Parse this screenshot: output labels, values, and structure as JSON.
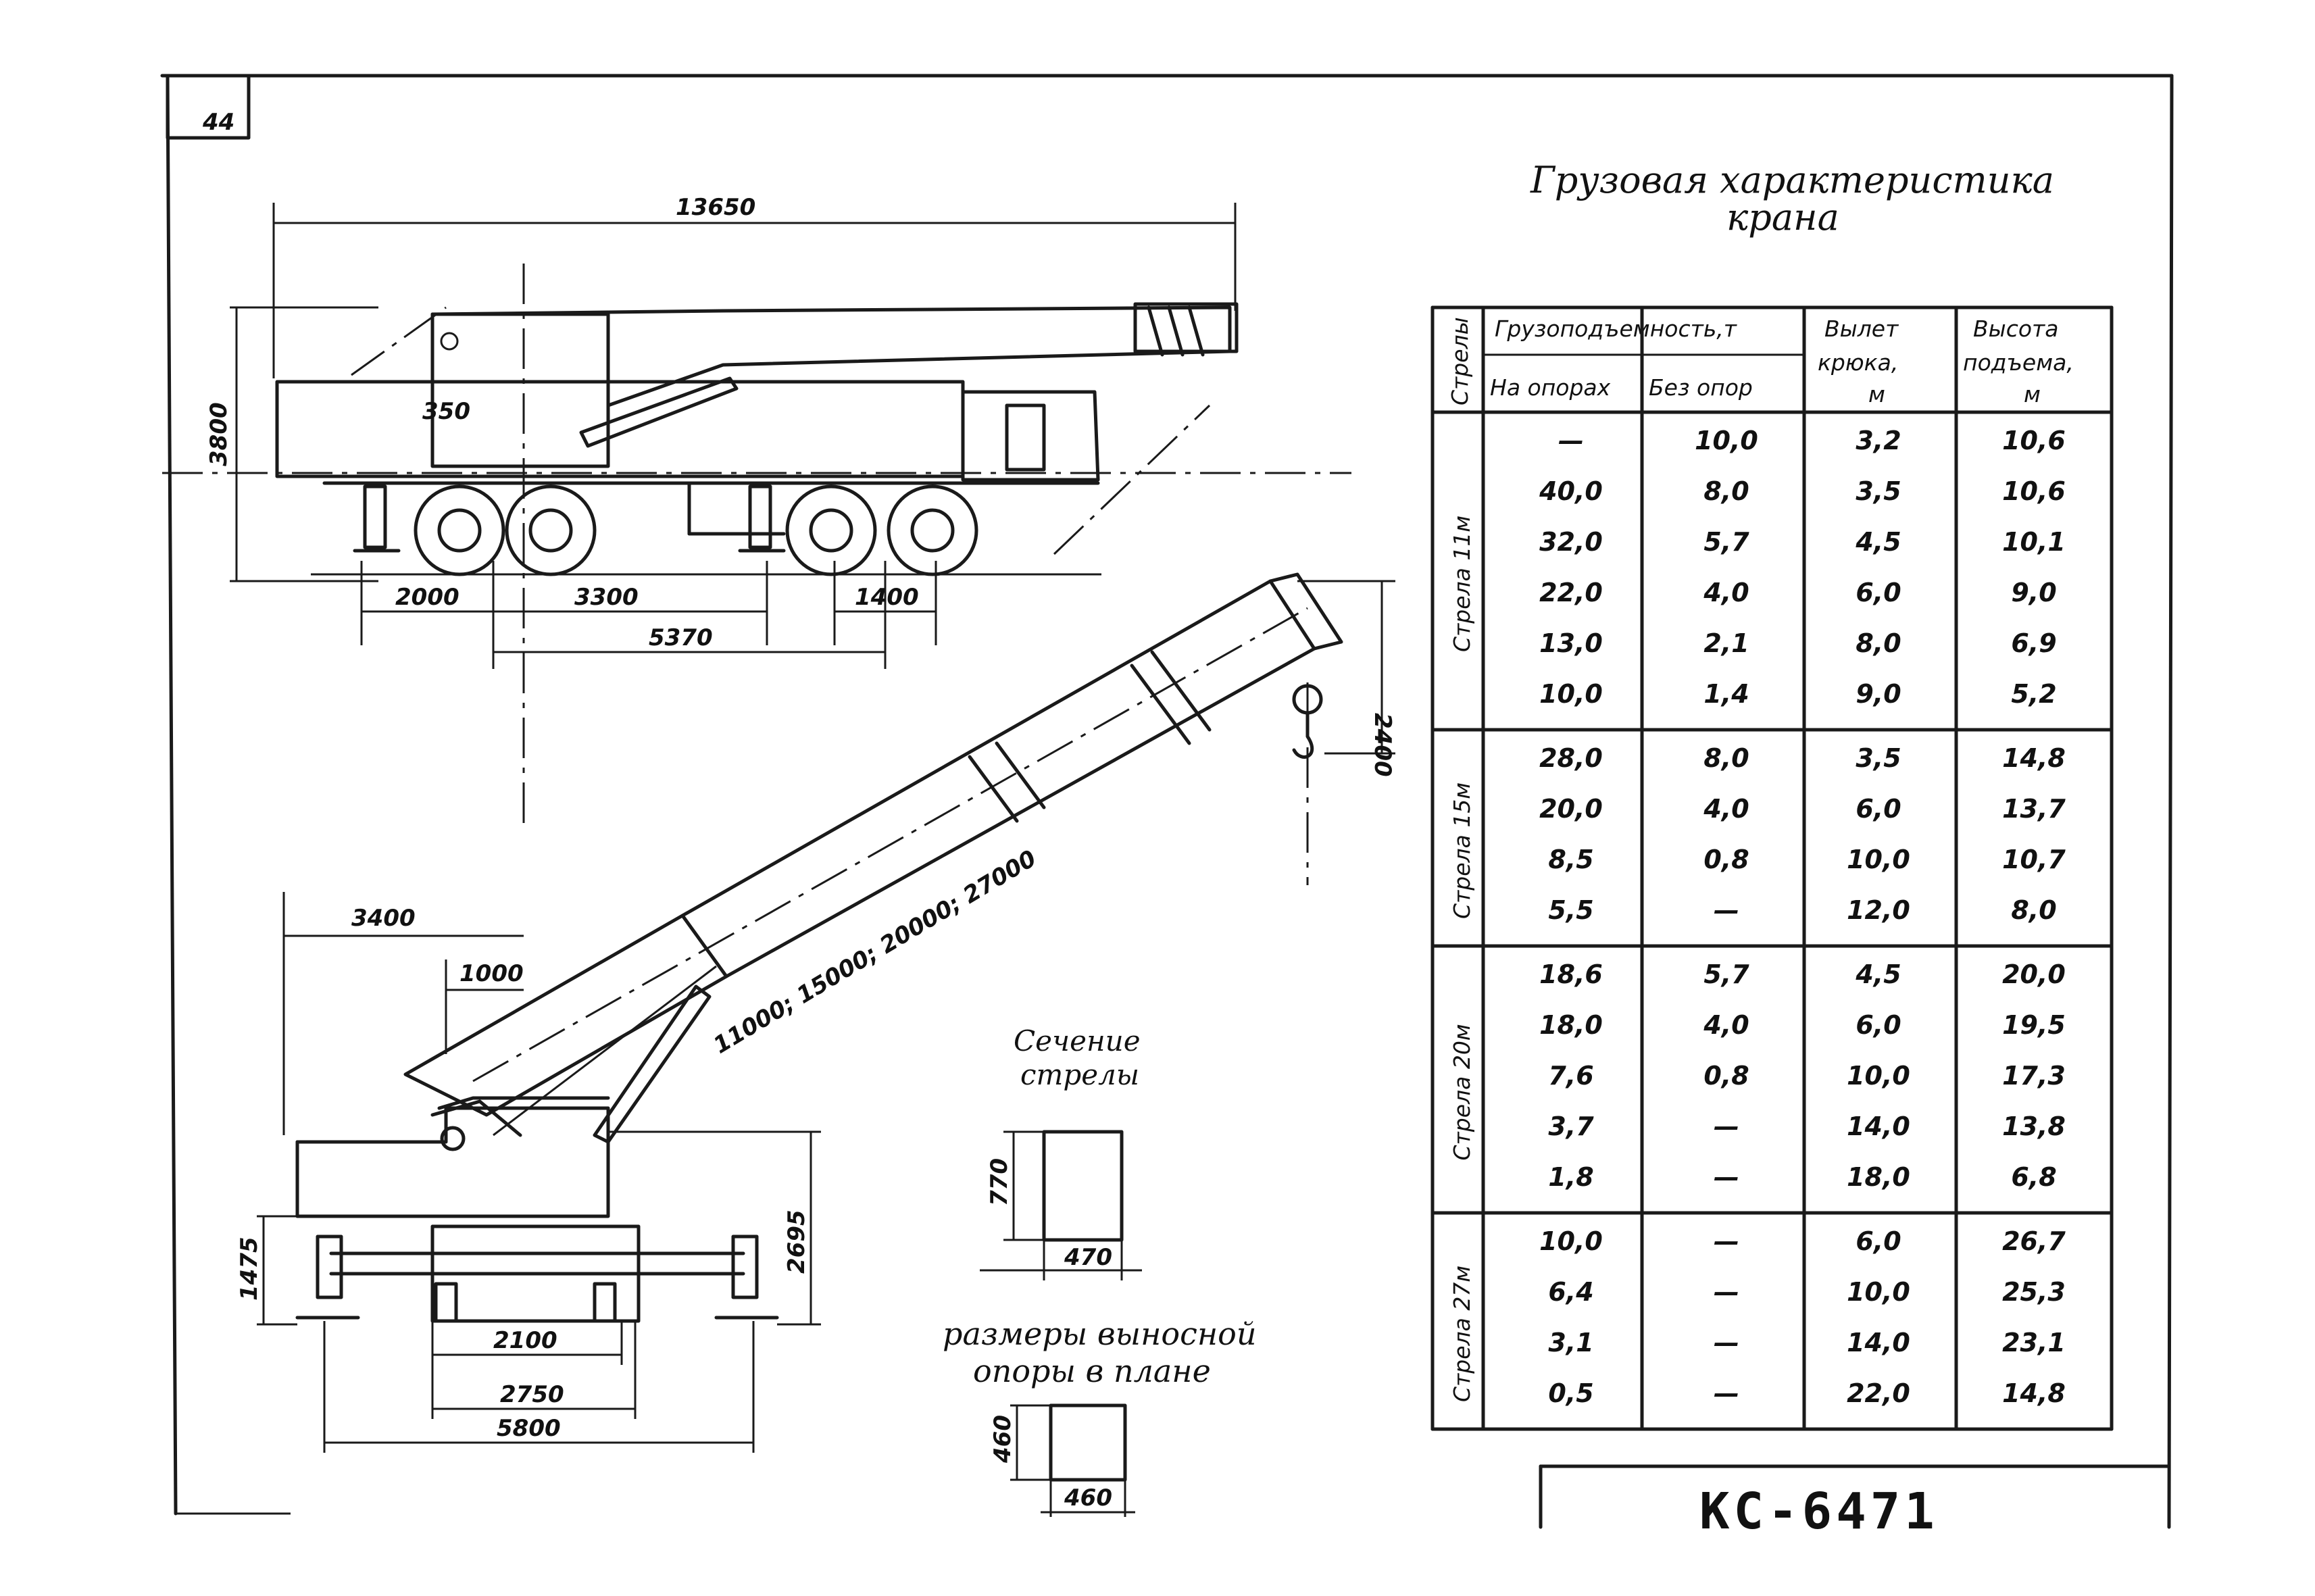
{
  "sheet": {
    "page_number": "44",
    "model": "КС-6471"
  },
  "load_table": {
    "title_line1": "Грузовая характеристика",
    "title_line2": "крана",
    "headers": {
      "boom": "Стрелы",
      "capacity": "Грузоподъемность,т",
      "on_outriggers": "На опорах",
      "without_outriggers": "Без опор",
      "reach_l1": "Вылет",
      "reach_l2": "крюка,",
      "reach_l3": "м",
      "height_l1": "Высота",
      "height_l2": "подъема,",
      "height_l3": "м"
    },
    "groups": [
      {
        "boom": "Стрела 11м",
        "rows": [
          [
            "—",
            "10,0",
            "3,2",
            "10,6"
          ],
          [
            "40,0",
            "8,0",
            "3,5",
            "10,6"
          ],
          [
            "32,0",
            "5,7",
            "4,5",
            "10,1"
          ],
          [
            "22,0",
            "4,0",
            "6,0",
            "9,0"
          ],
          [
            "13,0",
            "2,1",
            "8,0",
            "6,9"
          ],
          [
            "10,0",
            "1,4",
            "9,0",
            "5,2"
          ]
        ]
      },
      {
        "boom": "Стрела 15м",
        "rows": [
          [
            "28,0",
            "8,0",
            "3,5",
            "14,8"
          ],
          [
            "20,0",
            "4,0",
            "6,0",
            "13,7"
          ],
          [
            "8,5",
            "0,8",
            "10,0",
            "10,7"
          ],
          [
            "5,5",
            "—",
            "12,0",
            "8,0"
          ]
        ]
      },
      {
        "boom": "Стрела 20м",
        "rows": [
          [
            "18,6",
            "5,7",
            "4,5",
            "20,0"
          ],
          [
            "18,0",
            "4,0",
            "6,0",
            "19,5"
          ],
          [
            "7,6",
            "0,8",
            "10,0",
            "17,3"
          ],
          [
            "3,7",
            "—",
            "14,0",
            "13,8"
          ],
          [
            "1,8",
            "—",
            "18,0",
            "6,8"
          ]
        ]
      },
      {
        "boom": "Стрела 27м",
        "rows": [
          [
            "10,0",
            "—",
            "6,0",
            "26,7"
          ],
          [
            "6,4",
            "—",
            "10,0",
            "25,3"
          ],
          [
            "3,1",
            "—",
            "14,0",
            "23,1"
          ],
          [
            "0,5",
            "—",
            "22,0",
            "14,8"
          ]
        ]
      }
    ]
  },
  "side_view": {
    "overall_length": "13650",
    "height": "3800",
    "dim_350": "350",
    "dim_2000": "2000",
    "dim_3300": "3300",
    "dim_1400": "1400",
    "dim_5370": "5370"
  },
  "working_view": {
    "dim_3400": "3400",
    "dim_1000": "1000",
    "dim_2400": "2400",
    "boom_lengths": "11000; 15000; 20000; 27000",
    "dim_1475": "1475",
    "dim_2695": "2695",
    "dim_2100": "2100",
    "dim_2750": "2750",
    "dim_5800": "5800"
  },
  "boom_section": {
    "title_line1": "Сечение",
    "title_line2": "стрелы",
    "height": "770",
    "width": "470"
  },
  "outrigger_pad": {
    "title_line1": "размеры выносной",
    "title_line2": "опоры в плане",
    "height": "460",
    "width": "460"
  }
}
